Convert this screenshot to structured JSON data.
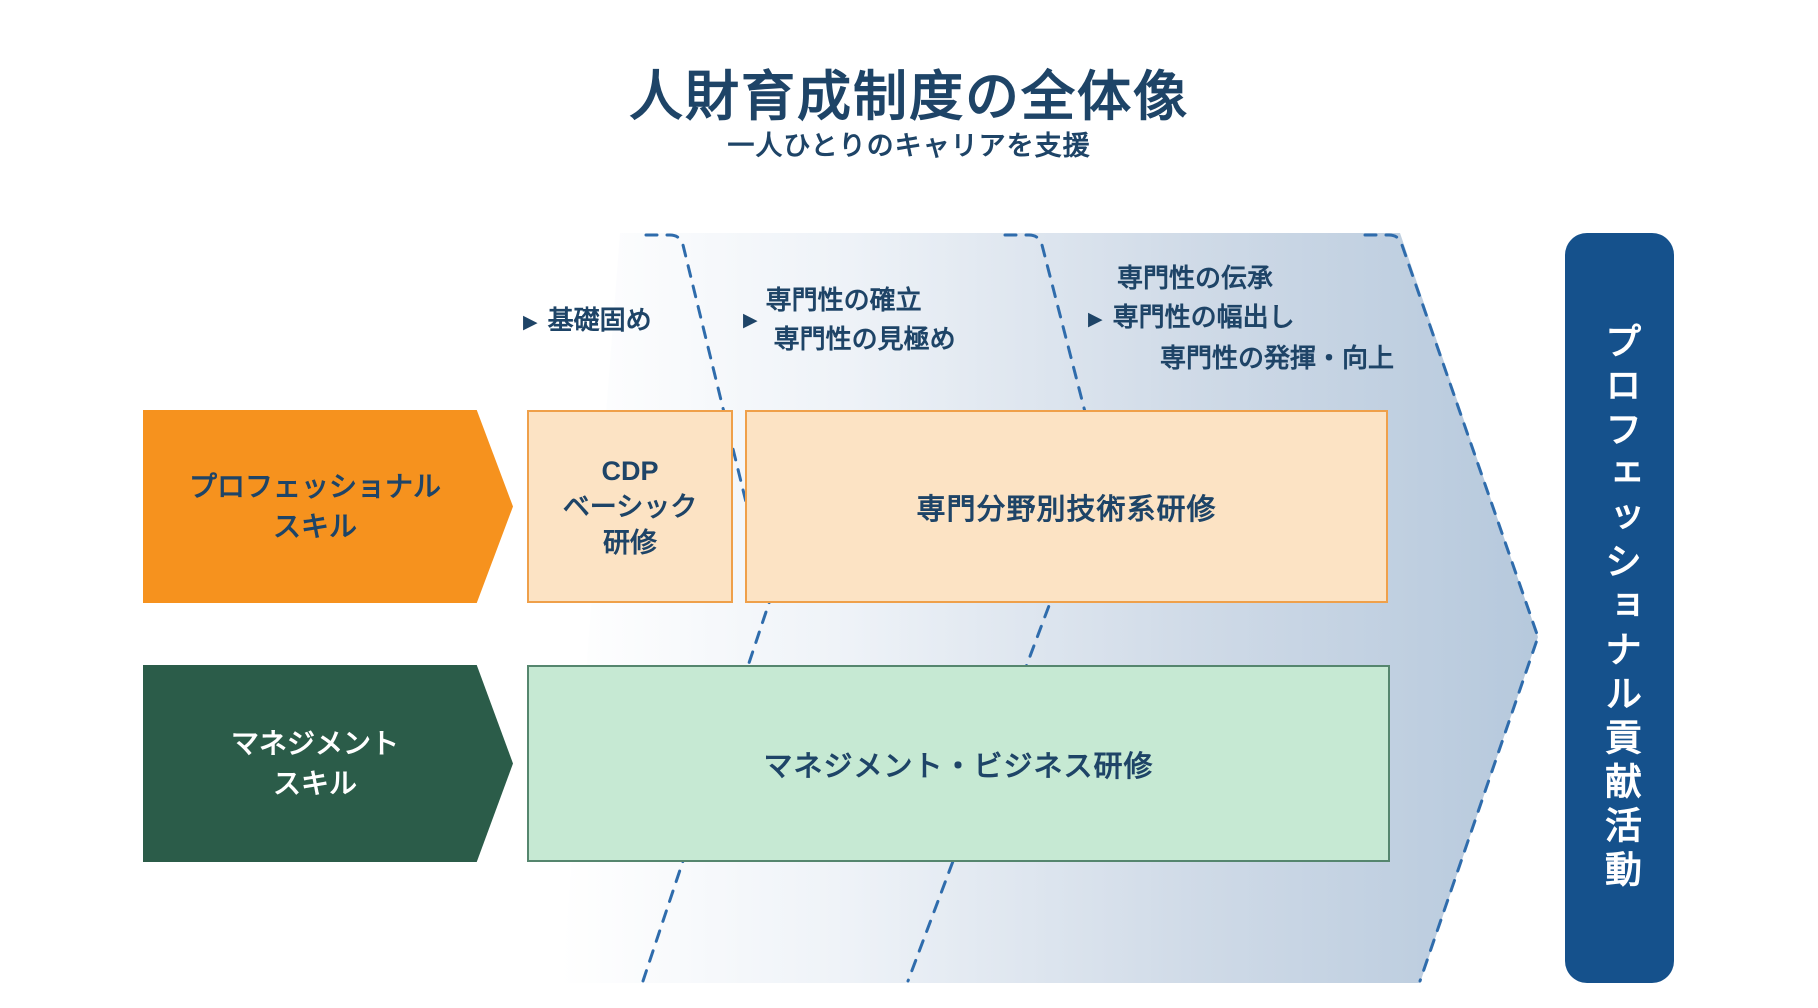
{
  "header": {
    "title": "人財育成制度の全体像",
    "subtitle": "一人ひとりのキャリアを支援"
  },
  "phases": {
    "phase1": {
      "item1": "基礎固め"
    },
    "phase2": {
      "item1": "専門性の確立",
      "item2": "専門性の見極め"
    },
    "phase3": {
      "item1": "専門性の伝承",
      "item2": "専門性の幅出し",
      "item3": "専門性の発揮・向上"
    }
  },
  "skill_rows": {
    "professional": {
      "label_line1": "プロフェッショナル",
      "label_line2": "スキル"
    },
    "management": {
      "label_line1": "マネジメント",
      "label_line2": "スキル"
    }
  },
  "boxes": {
    "cdp": {
      "line1": "CDP",
      "line2": "ベーシック",
      "line3": "研修"
    },
    "technical": {
      "label": "専門分野別技術系研修"
    },
    "management_business": {
      "label": "マネジメント・ビジネス研修"
    }
  },
  "banner": {
    "label": "プロフェッショナル貢献活動"
  },
  "icons": {
    "triangle_marker": "▶"
  },
  "colors": {
    "accent-orange": "#F6921E",
    "peach-fill": "#FCE3C4",
    "peach-border": "#EFA04A",
    "dark-green": "#2B5C49",
    "light-green-fill": "#C6E9D3",
    "light-green-border": "#55866E",
    "navy-text": "#1E4467",
    "banner-blue": "#15518C",
    "dash-blue": "#2F6CAC",
    "gradient-start": "#FFFFFF",
    "gradient-end": "#B5C8DC"
  }
}
